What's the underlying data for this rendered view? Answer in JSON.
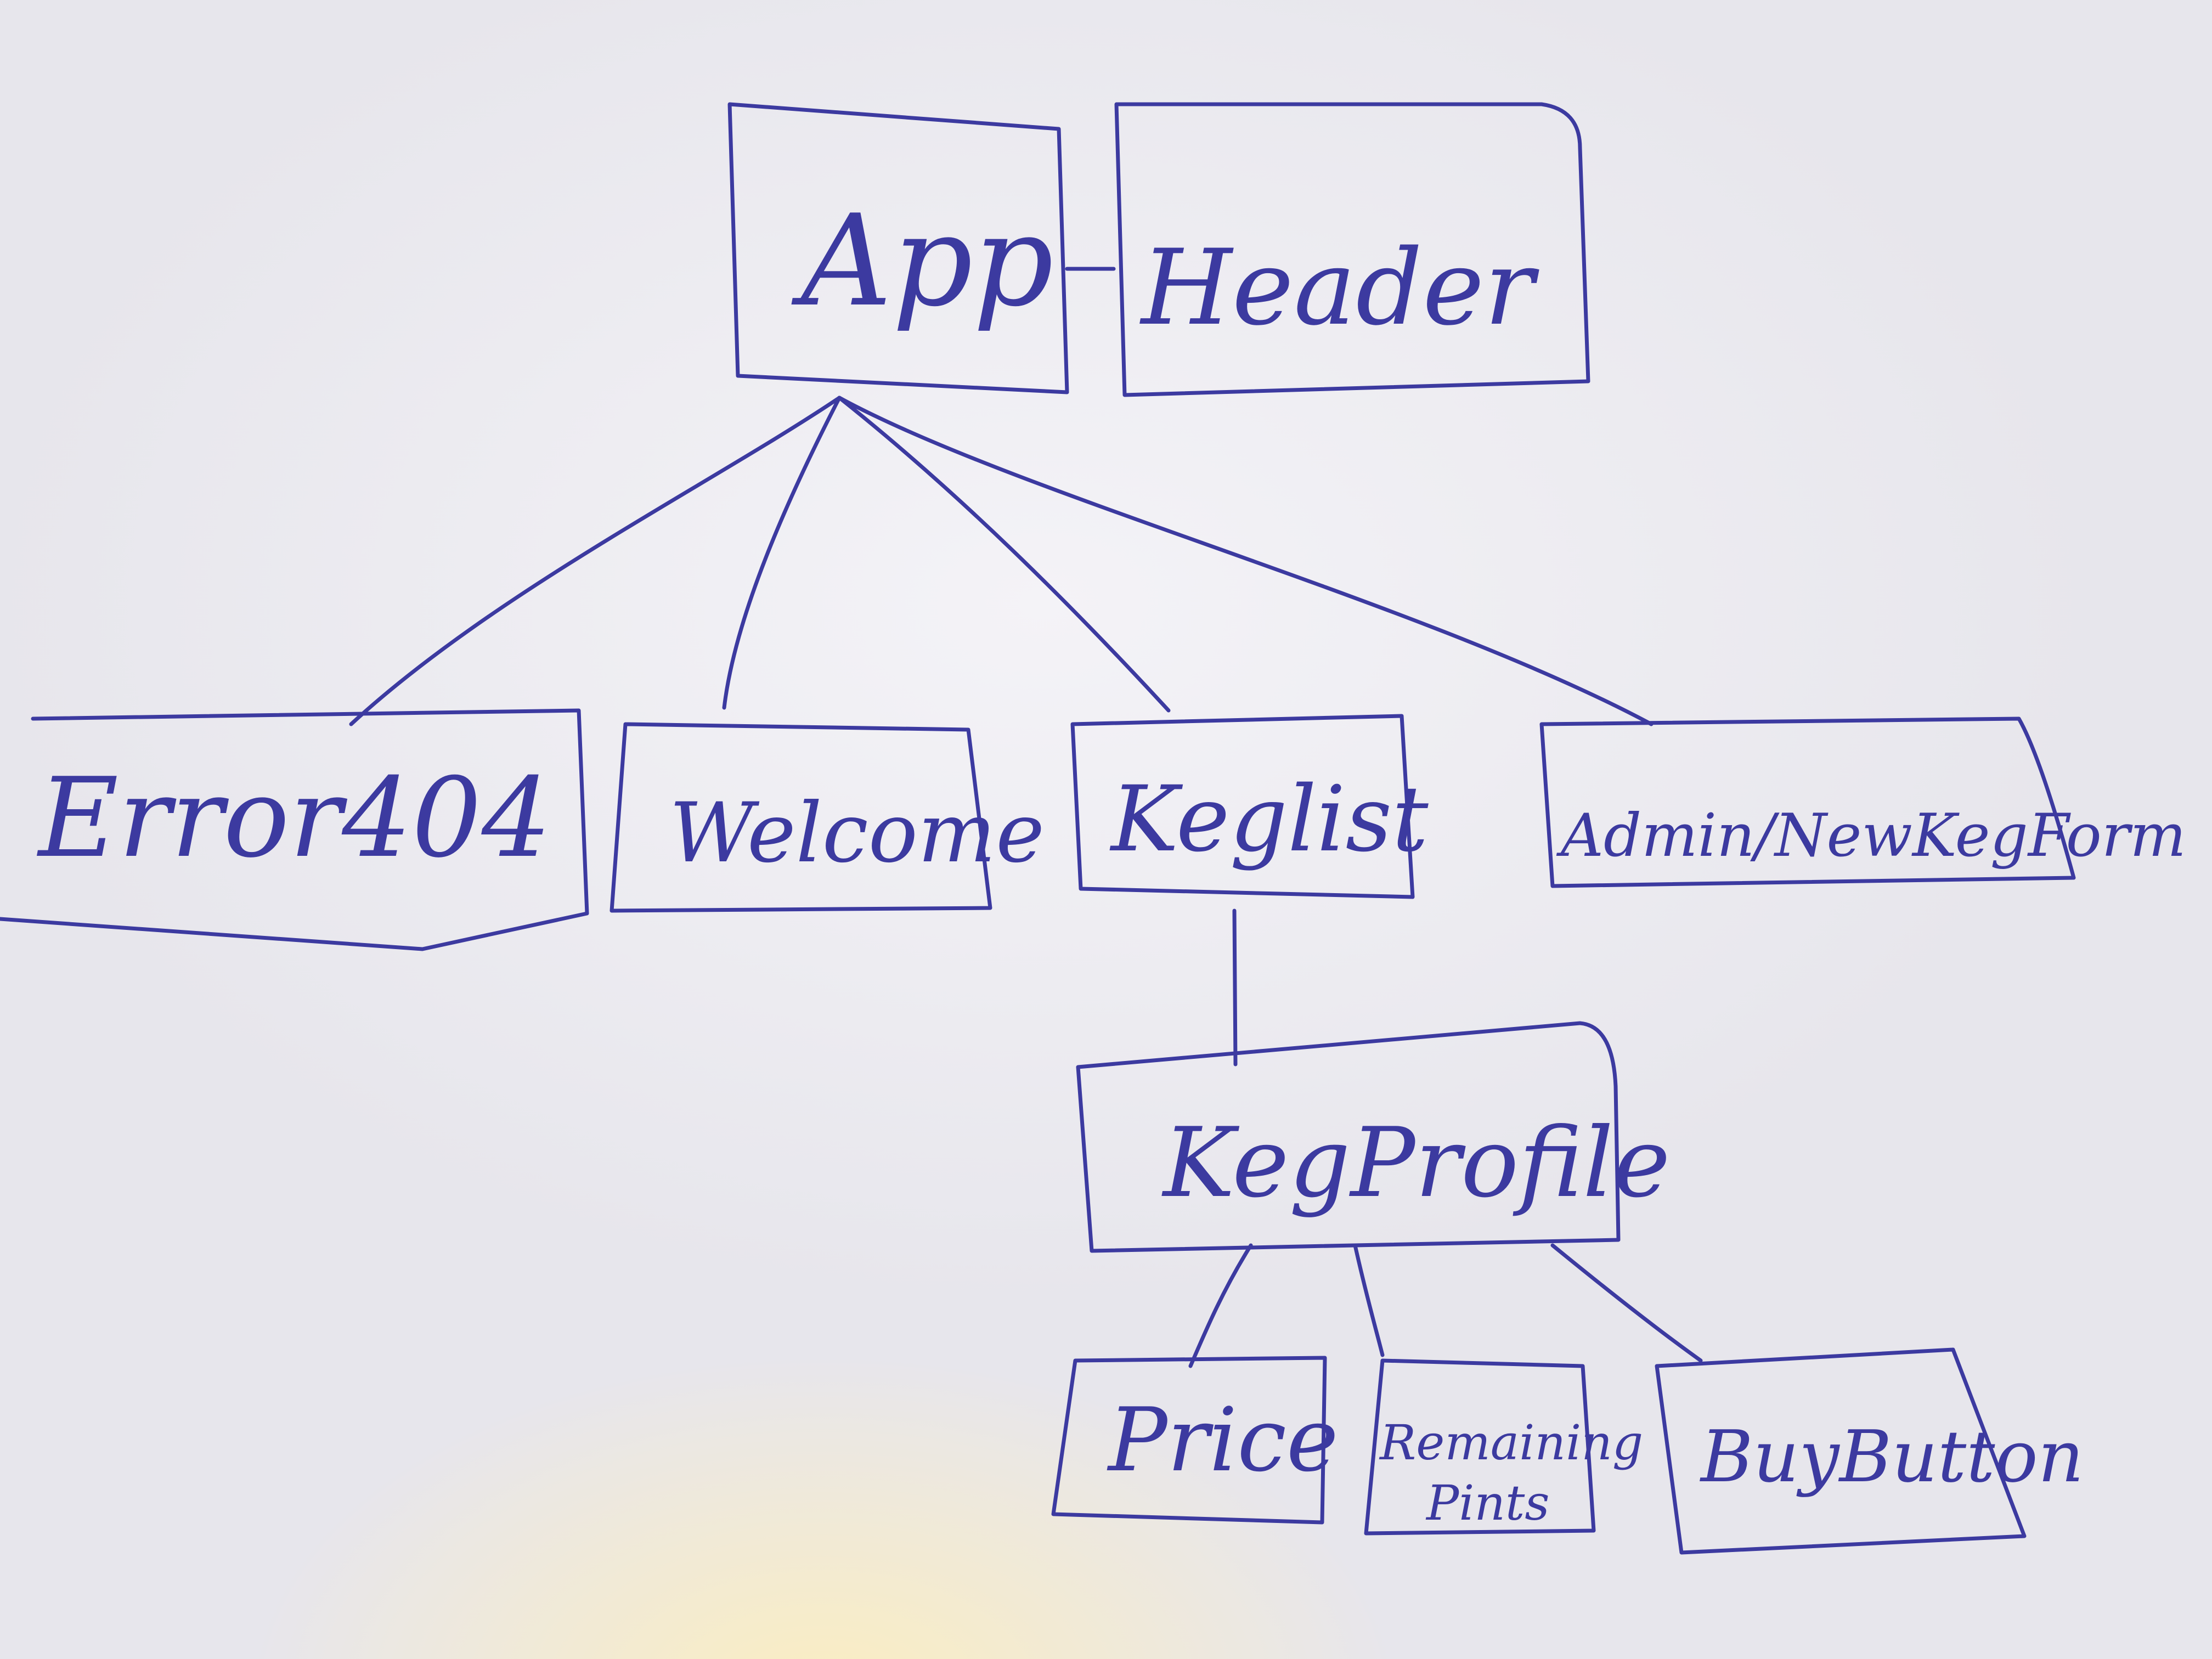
{
  "diagram": {
    "nodes": {
      "app": "App",
      "header": "Header",
      "error404": "Error404",
      "welcome": "Welcome",
      "keglist": "Keglist",
      "admin": "Admin/NewKegForm",
      "kegprofile": "KegProfile",
      "price": "Price",
      "remaining_line1": "Remaining",
      "remaining_line2": "Pints",
      "buybutton": "BuyButton"
    },
    "edges": [
      [
        "App",
        "Header"
      ],
      [
        "App",
        "Error404"
      ],
      [
        "App",
        "Welcome"
      ],
      [
        "App",
        "Keglist"
      ],
      [
        "App",
        "Admin/NewKegForm"
      ],
      [
        "Keglist",
        "KegProfile"
      ],
      [
        "KegProfile",
        "Price"
      ],
      [
        "KegProfile",
        "Remaining Pints"
      ],
      [
        "KegProfile",
        "BuyButton"
      ]
    ],
    "ink_color": "#3c3aa0"
  }
}
